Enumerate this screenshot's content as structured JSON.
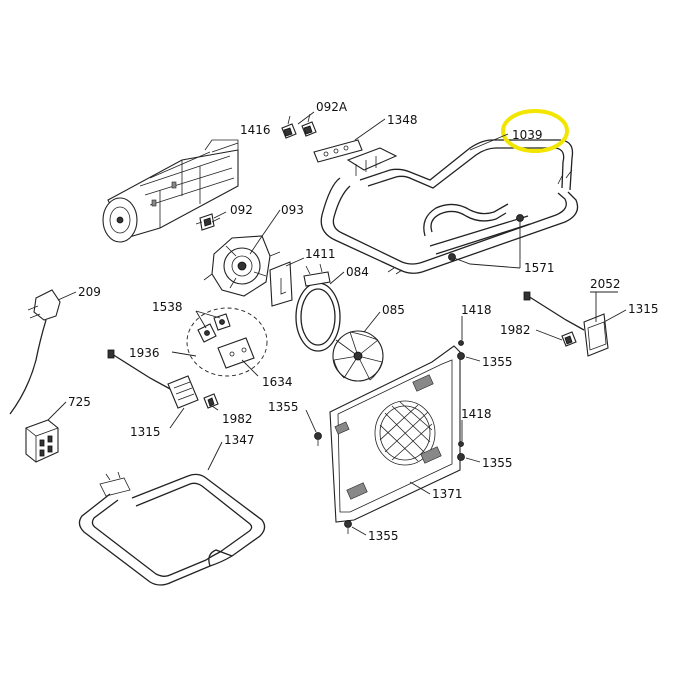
{
  "labels": {
    "p092a": "092A",
    "p1348": "1348",
    "p1039": "1039",
    "p1416": "1416",
    "p092": "092",
    "p093": "093",
    "p1411": "1411",
    "p084": "084",
    "p1571": "1571",
    "p209": "209",
    "p1538": "1538",
    "p1936": "1936",
    "p1634": "1634",
    "p085": "085",
    "p1418a": "1418",
    "p1355a": "1355",
    "p2052": "2052",
    "p1315a": "1315",
    "p1982a": "1982",
    "p725": "725",
    "p1982b": "1982",
    "p1315b": "1315",
    "p1355b": "1355",
    "p1347": "1347",
    "p1418b": "1418",
    "p1355c": "1355",
    "p1371": "1371",
    "p1355d": "1355"
  },
  "highlight": {
    "part": "1039",
    "color": "#f2e600"
  }
}
